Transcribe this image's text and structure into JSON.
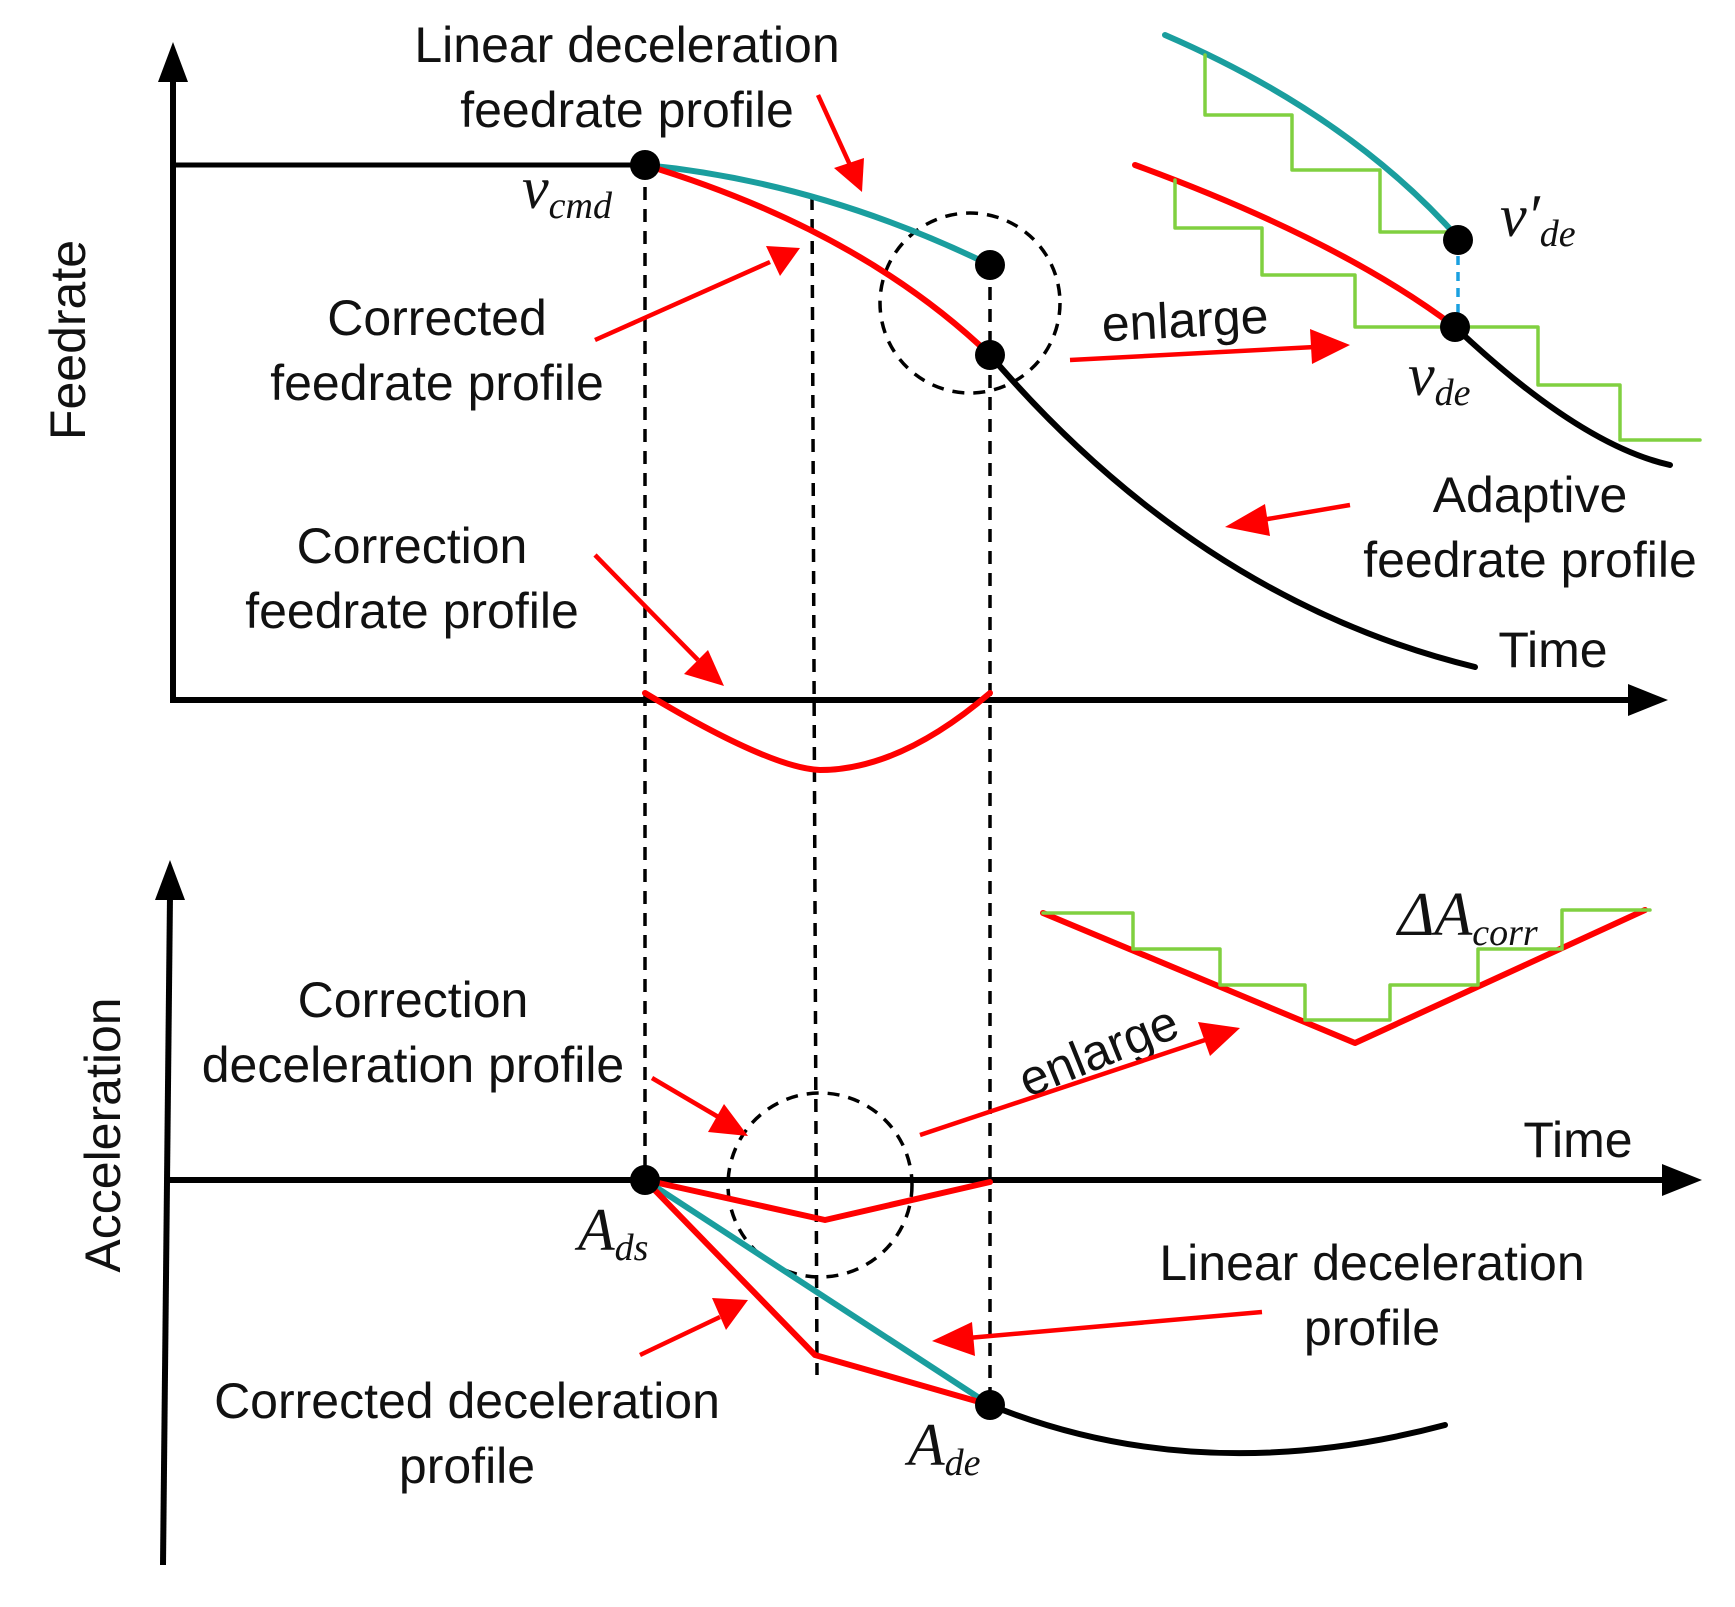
{
  "labels": {
    "top_linear_l1": "Linear deceleration",
    "top_linear_l2": "feedrate profile",
    "corrected_l1": "Corrected",
    "corrected_l2": "feedrate profile",
    "correction_l1": "Correction",
    "correction_l2": "feedrate profile",
    "enlarge_top": "enlarge",
    "adaptive_l1": "Adaptive",
    "adaptive_l2": "feedrate profile",
    "time_top": "Time",
    "time_bottom": "Time",
    "corr_decel_l1": "Correction",
    "corr_decel_l2": "deceleration profile",
    "enlarge_bottom": "enlarge",
    "lin_decel_l1": "Linear deceleration",
    "lin_decel_l2": "profile",
    "corrected_decel_l1": "Corrected deceleration",
    "corrected_decel_l2": "profile"
  },
  "axes": {
    "feedrate": "Feedrate",
    "acceleration": "Acceleration"
  },
  "symbols": {
    "v_cmd_main": "v",
    "v_cmd_sub": "cmd",
    "v_de_prime_main": "v′",
    "v_de_prime_sub": "de",
    "v_de_main": "v",
    "v_de_sub": "de",
    "delta_a_main": "ΔA",
    "delta_a_sub": "corr",
    "a_ds_main": "A",
    "a_ds_sub": "ds",
    "a_de_main": "A",
    "a_de_sub": "de"
  },
  "colors": {
    "axis": "#000000",
    "corrected": "#ff0000",
    "linear": "#1a9e9e",
    "adaptive": "#000000",
    "step": "#80d040",
    "annotation_arrow": "#ff0000",
    "dashed_link": "#1aa0e0"
  }
}
